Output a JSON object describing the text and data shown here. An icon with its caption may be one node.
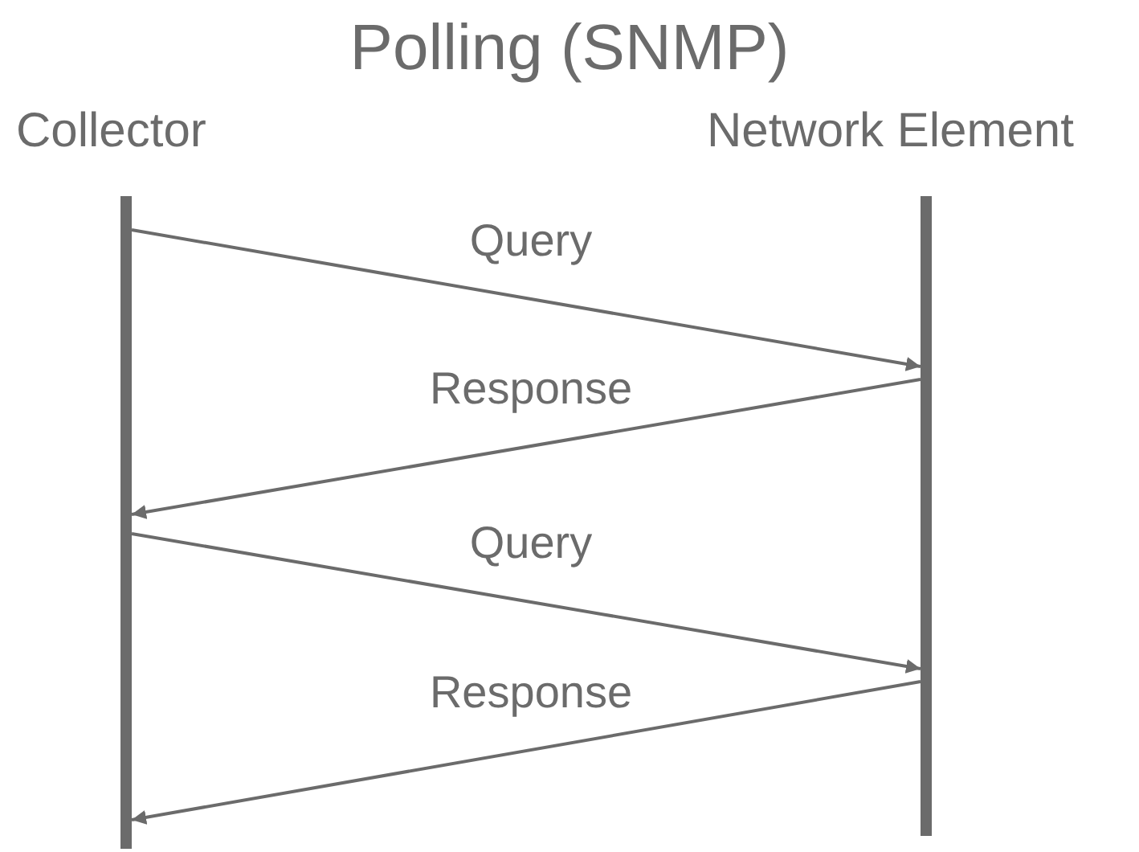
{
  "diagram": {
    "title": "Polling (SNMP)",
    "nodes": [
      {
        "text": [
          "Collector"
        ]
      },
      {
        "text": [
          "Network Element"
        ]
      }
    ],
    "edges": [
      {
        "from": 0,
        "to": 1,
        "arrow": "to",
        "label": "Query"
      },
      {
        "from": 1,
        "to": 0,
        "arrow": "to",
        "label": "Response"
      },
      {
        "from": 0,
        "to": 1,
        "arrow": "to",
        "label": "Query"
      },
      {
        "from": 1,
        "to": 0,
        "arrow": "to",
        "label": "Response"
      }
    ]
  }
}
